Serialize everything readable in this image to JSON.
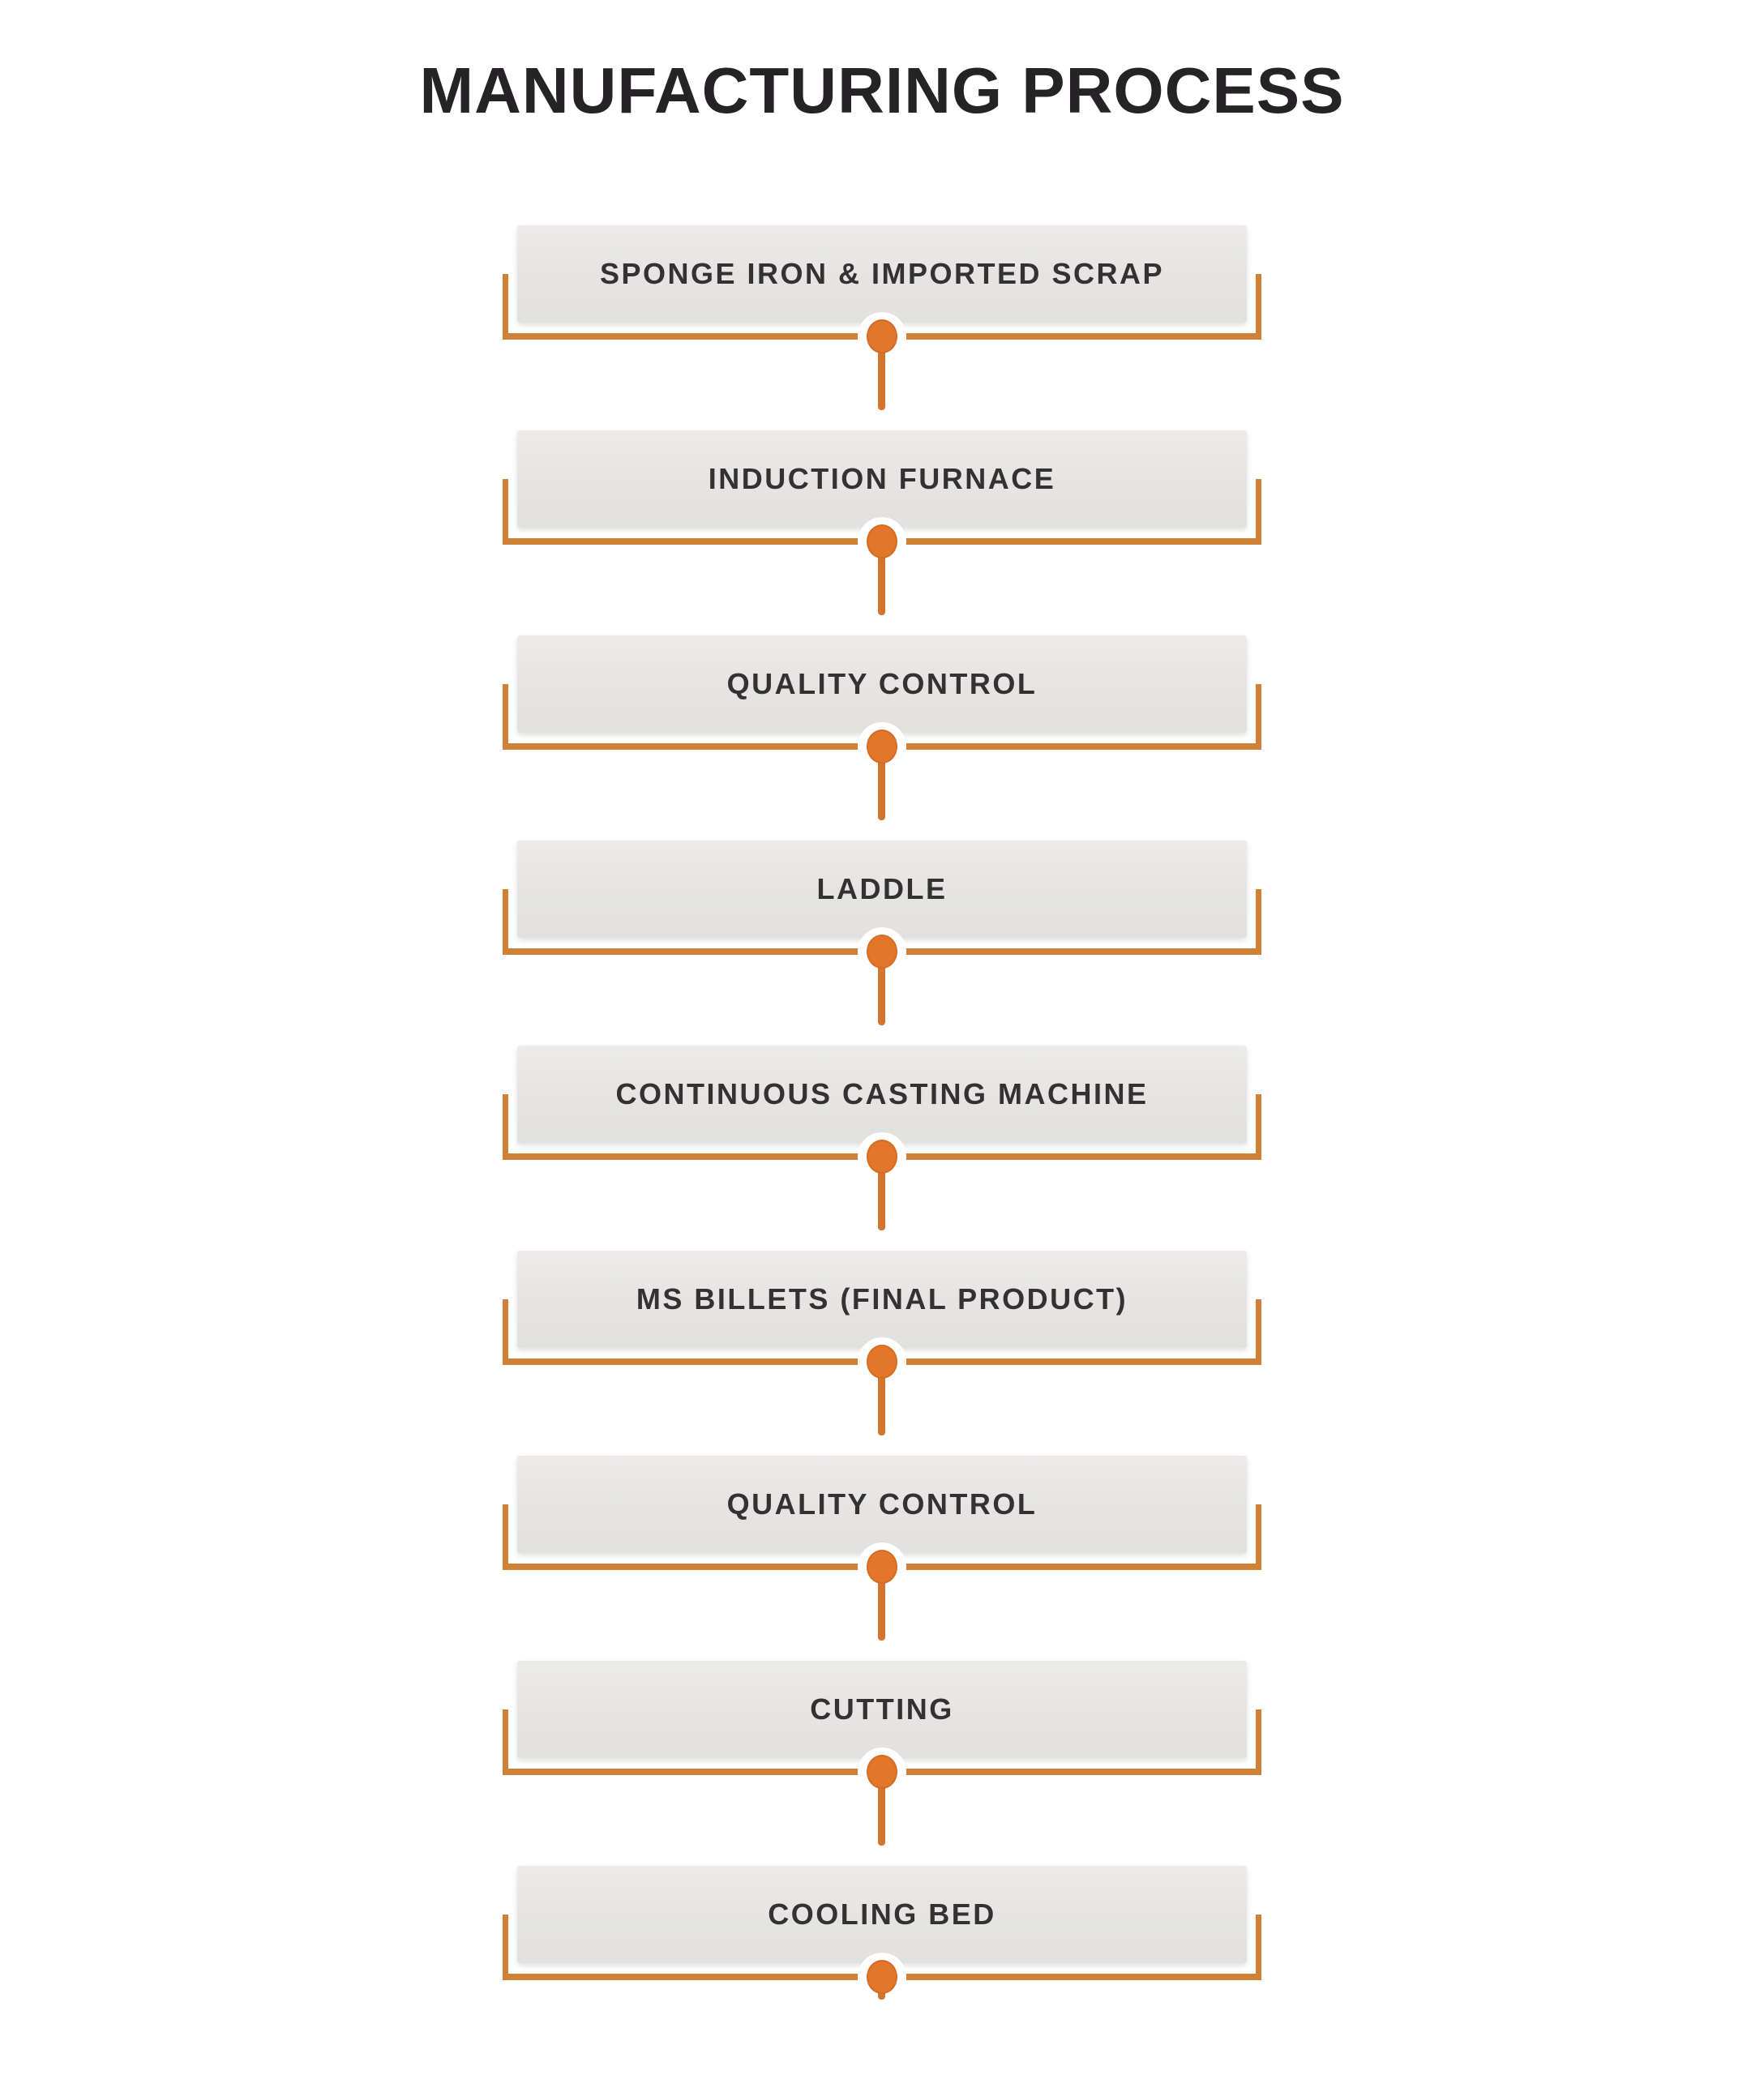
{
  "page": {
    "title": "MANUFACTURING PROCESS"
  },
  "flow": {
    "steps": [
      {
        "label": "SPONGE IRON & IMPORTED SCRAP"
      },
      {
        "label": "INDUCTION FURNACE"
      },
      {
        "label": "QUALITY CONTROL"
      },
      {
        "label": "LADDLE"
      },
      {
        "label": "CONTINUOUS CASTING MACHINE"
      },
      {
        "label": "MS BILLETS (FINAL PRODUCT)"
      },
      {
        "label": "QUALITY CONTROL"
      },
      {
        "label": "CUTTING"
      },
      {
        "label": "COOLING BED"
      }
    ]
  },
  "colors": {
    "accent_orange": "#E2762B",
    "bracket_orange": "#CF8138",
    "stem_orange": "#D2762F",
    "box_fill": "#E5E4E2",
    "label_color": "#333132",
    "title_color": "#262326",
    "background": "#FFFFFF"
  }
}
